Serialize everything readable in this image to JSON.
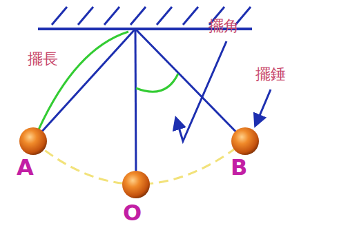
{
  "diagram": {
    "labels": [
      "擺長",
      "擺角",
      "擺錘",
      "A",
      "O",
      "B"
    ]
  }
}
